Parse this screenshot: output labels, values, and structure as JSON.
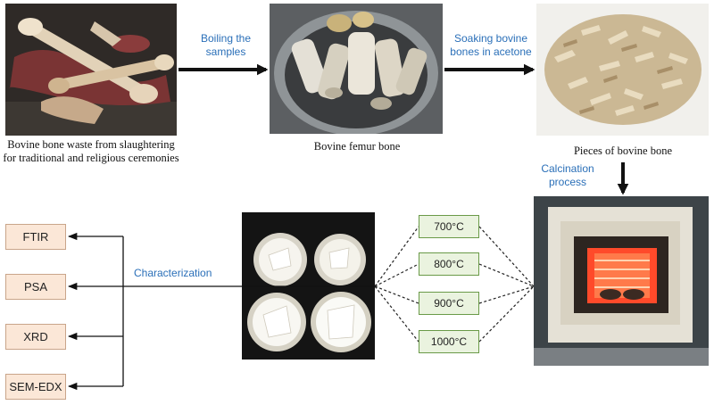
{
  "captions": {
    "bone_waste": "Bovine bone waste from slaughtering for traditional and religious ceremonies",
    "femur": "Bovine femur bone",
    "pieces": "Pieces of bovine bone"
  },
  "steps": {
    "boiling": "Boiling the samples",
    "soaking": "Soaking bovine bones in acetone",
    "calcination": "Calcination process",
    "characterization": "Characterization"
  },
  "temperatures": [
    "700°C",
    "800°C",
    "900°C",
    "1000°C"
  ],
  "techniques": [
    "FTIR",
    "PSA",
    "XRD",
    "SEM-EDX"
  ]
}
